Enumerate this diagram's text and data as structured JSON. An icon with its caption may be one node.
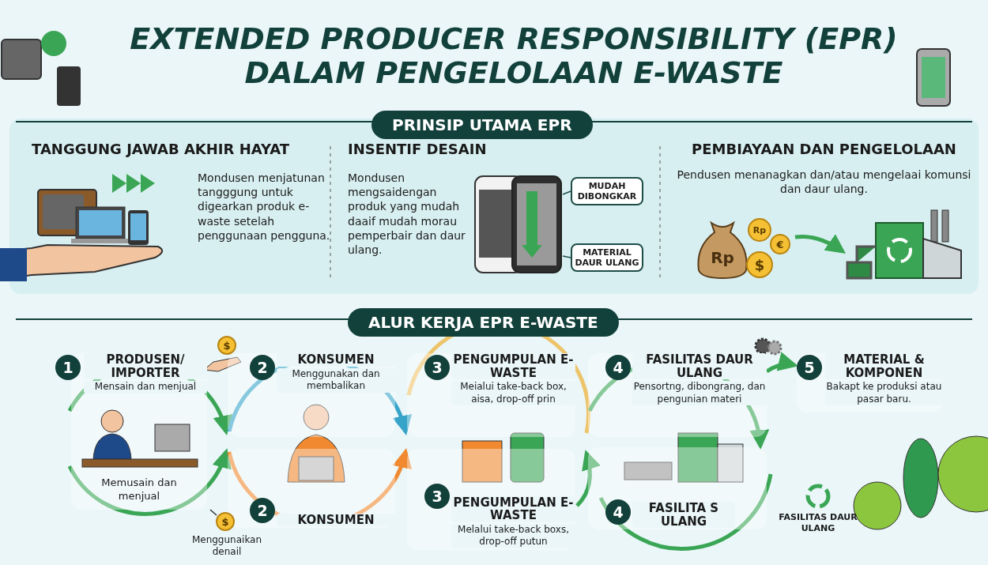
{
  "diagram": {
    "title": "EXTENDED PRODUCER RESPONSIBILITY (EPR) DALAM PENGELOLAAN E-WASTE",
    "nodes": [
      {
        "text": [
          "TANGGUNG JAWAB AKHIR HAYAT",
          "Mondusen menjatunan tangggung untuk digearkan produk e-waste setelah penggunaan pengguna."
        ]
      },
      {
        "text": [
          "INSENTIF DESAIN",
          "Mondusen mengsaidengan produk yang mudah daaif mudah morau pemperbair dan daur ulang."
        ]
      },
      {
        "text": [
          "MUDAH DIBONGKAR"
        ]
      },
      {
        "text": [],
        "shape": "picture"
      },
      {
        "text": [
          "MATERIAL DAUR ULANG"
        ]
      },
      {
        "text": [
          "PEMBIAYAAN DAN PENGELOLAAN",
          "Pendusen menanagkan dan/atau mengelaai komunsi dan daur ulang."
        ]
      },
      {
        "text": [
          "Rp",
          "Rp",
          "€",
          "$"
        ]
      },
      {
        "text": [],
        "shape": "picture"
      },
      {
        "text": [
          "1",
          "PRODUSEN/ IMPORTER",
          "Mensain dan menjual",
          "Memusain dan menjual"
        ]
      },
      {
        "text": [
          "2",
          "KONSUMEN",
          "Menggunakan dan membalikan"
        ]
      },
      {
        "text": [
          "2",
          "KONSUMEN"
        ]
      },
      {
        "text": [
          "3",
          "PENGUMPULAN E-WASTE",
          "Meialui take-back box, aisa, drop-off prin"
        ]
      },
      {
        "text": [
          "3",
          "PENGUMPULAN E-WASTE",
          "Melalui take-back boxs, drop-off putun"
        ]
      },
      {
        "text": [
          "4",
          "FASILITAS DAUR ULANG",
          "Pensortng, dibongrang, dan pengunian materi"
        ]
      },
      {
        "text": [
          "4",
          "FASILITA S ULANG"
        ]
      },
      {
        "text": [
          "5",
          "MATERIAL & KOMPONEN",
          "Bakapt ke produksi atau pasar baru."
        ]
      },
      {
        "text": [
          "$"
        ],
        "beside": [
          "Menggunaikan denail"
        ]
      },
      {
        "text": [
          "$"
        ]
      }
    ],
    "edges": [
      {
        "from": 2,
        "to": 3,
        "arrow": "none",
        "color": "#1e4d48"
      },
      {
        "from": 4,
        "to": 3,
        "arrow": "none",
        "color": "#1e4d48"
      },
      {
        "from": 6,
        "to": 7,
        "arrow": "to"
      },
      {
        "from": 8,
        "to": 9,
        "arrow": "to"
      },
      {
        "from": 8,
        "to": 10,
        "arrow": "to"
      },
      {
        "from": 9,
        "to": 11,
        "arrow": "to",
        "color": "#36a3c9"
      },
      {
        "from": 10,
        "to": 12,
        "arrow": "to",
        "color": "#f0892f"
      },
      {
        "from": 11,
        "to": 13,
        "arrow": "none",
        "color": "#eec46a"
      },
      {
        "from": 12,
        "to": 14,
        "arrow": "to"
      },
      {
        "from": 13,
        "to": 14,
        "arrow": "to"
      },
      {
        "from": 13,
        "to": 15,
        "arrow": "to"
      },
      {
        "from": 16,
        "to": 8,
        "arrow": "none",
        "color": "#333333"
      }
    ],
    "labels": [
      "PRINSIP UTAMA EPR",
      "ALUR KERJA EPR E-WASTE",
      "FASILITAS DAUR ULANG"
    ]
  }
}
